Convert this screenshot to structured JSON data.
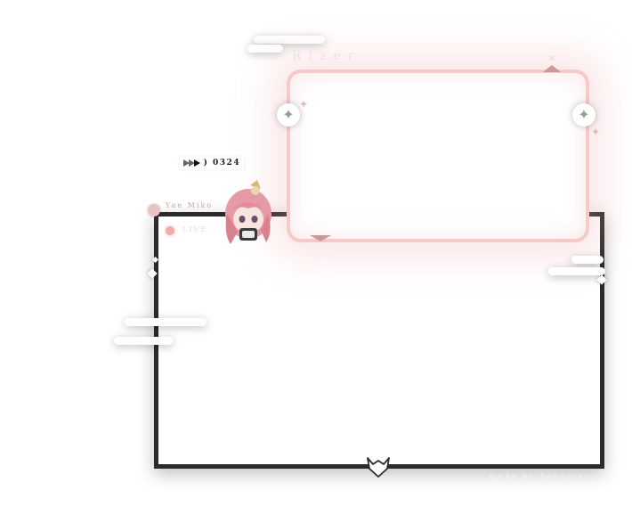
{
  "overlay": {
    "title": "Rizer",
    "counter": {
      "icon": "triple-chevron-icon",
      "value": ") 0324"
    },
    "character_name": "Yae Miko",
    "live_label": "LIVE",
    "credit": "made by bekuroro",
    "close_symbol": "×"
  },
  "icons": {
    "sparkle": "✦",
    "mini_sparkle": "✦"
  },
  "colors": {
    "frame_dark": "#2b2b2b",
    "frame_pink": "#f7c9c9",
    "accent_pink": "#f4aaaa",
    "background": "#ffffff"
  }
}
